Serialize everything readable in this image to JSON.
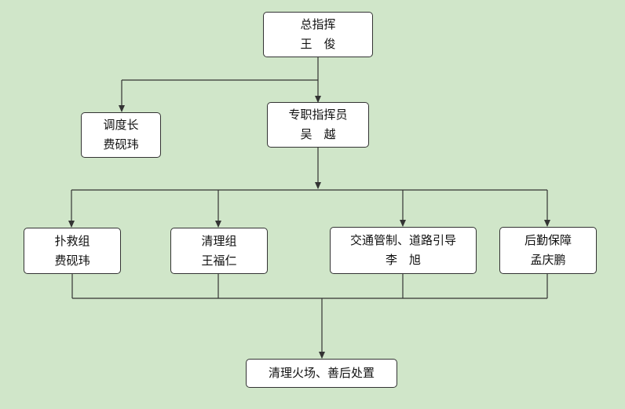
{
  "colors": {
    "background": "#d0e6c9",
    "box_fill": "#ffffff",
    "box_border": "#333333",
    "line": "#333333",
    "text": "#111111"
  },
  "nodes": {
    "commander": {
      "title": "总指挥",
      "name": "王　俊"
    },
    "dispatcher": {
      "title": "调度长",
      "name": "费砚玮"
    },
    "special_commander": {
      "title": "专职指挥员",
      "name": "吴　越"
    },
    "rescue": {
      "title": "扑救组",
      "name": "费砚玮"
    },
    "cleanup": {
      "title": "清理组",
      "name": "王福仁"
    },
    "traffic": {
      "title": "交通管制、道路引导",
      "name": "李　旭"
    },
    "logistics": {
      "title": "后勤保障",
      "name": "孟庆鹏"
    },
    "aftermath": {
      "title": "清理火场、善后处置"
    }
  }
}
